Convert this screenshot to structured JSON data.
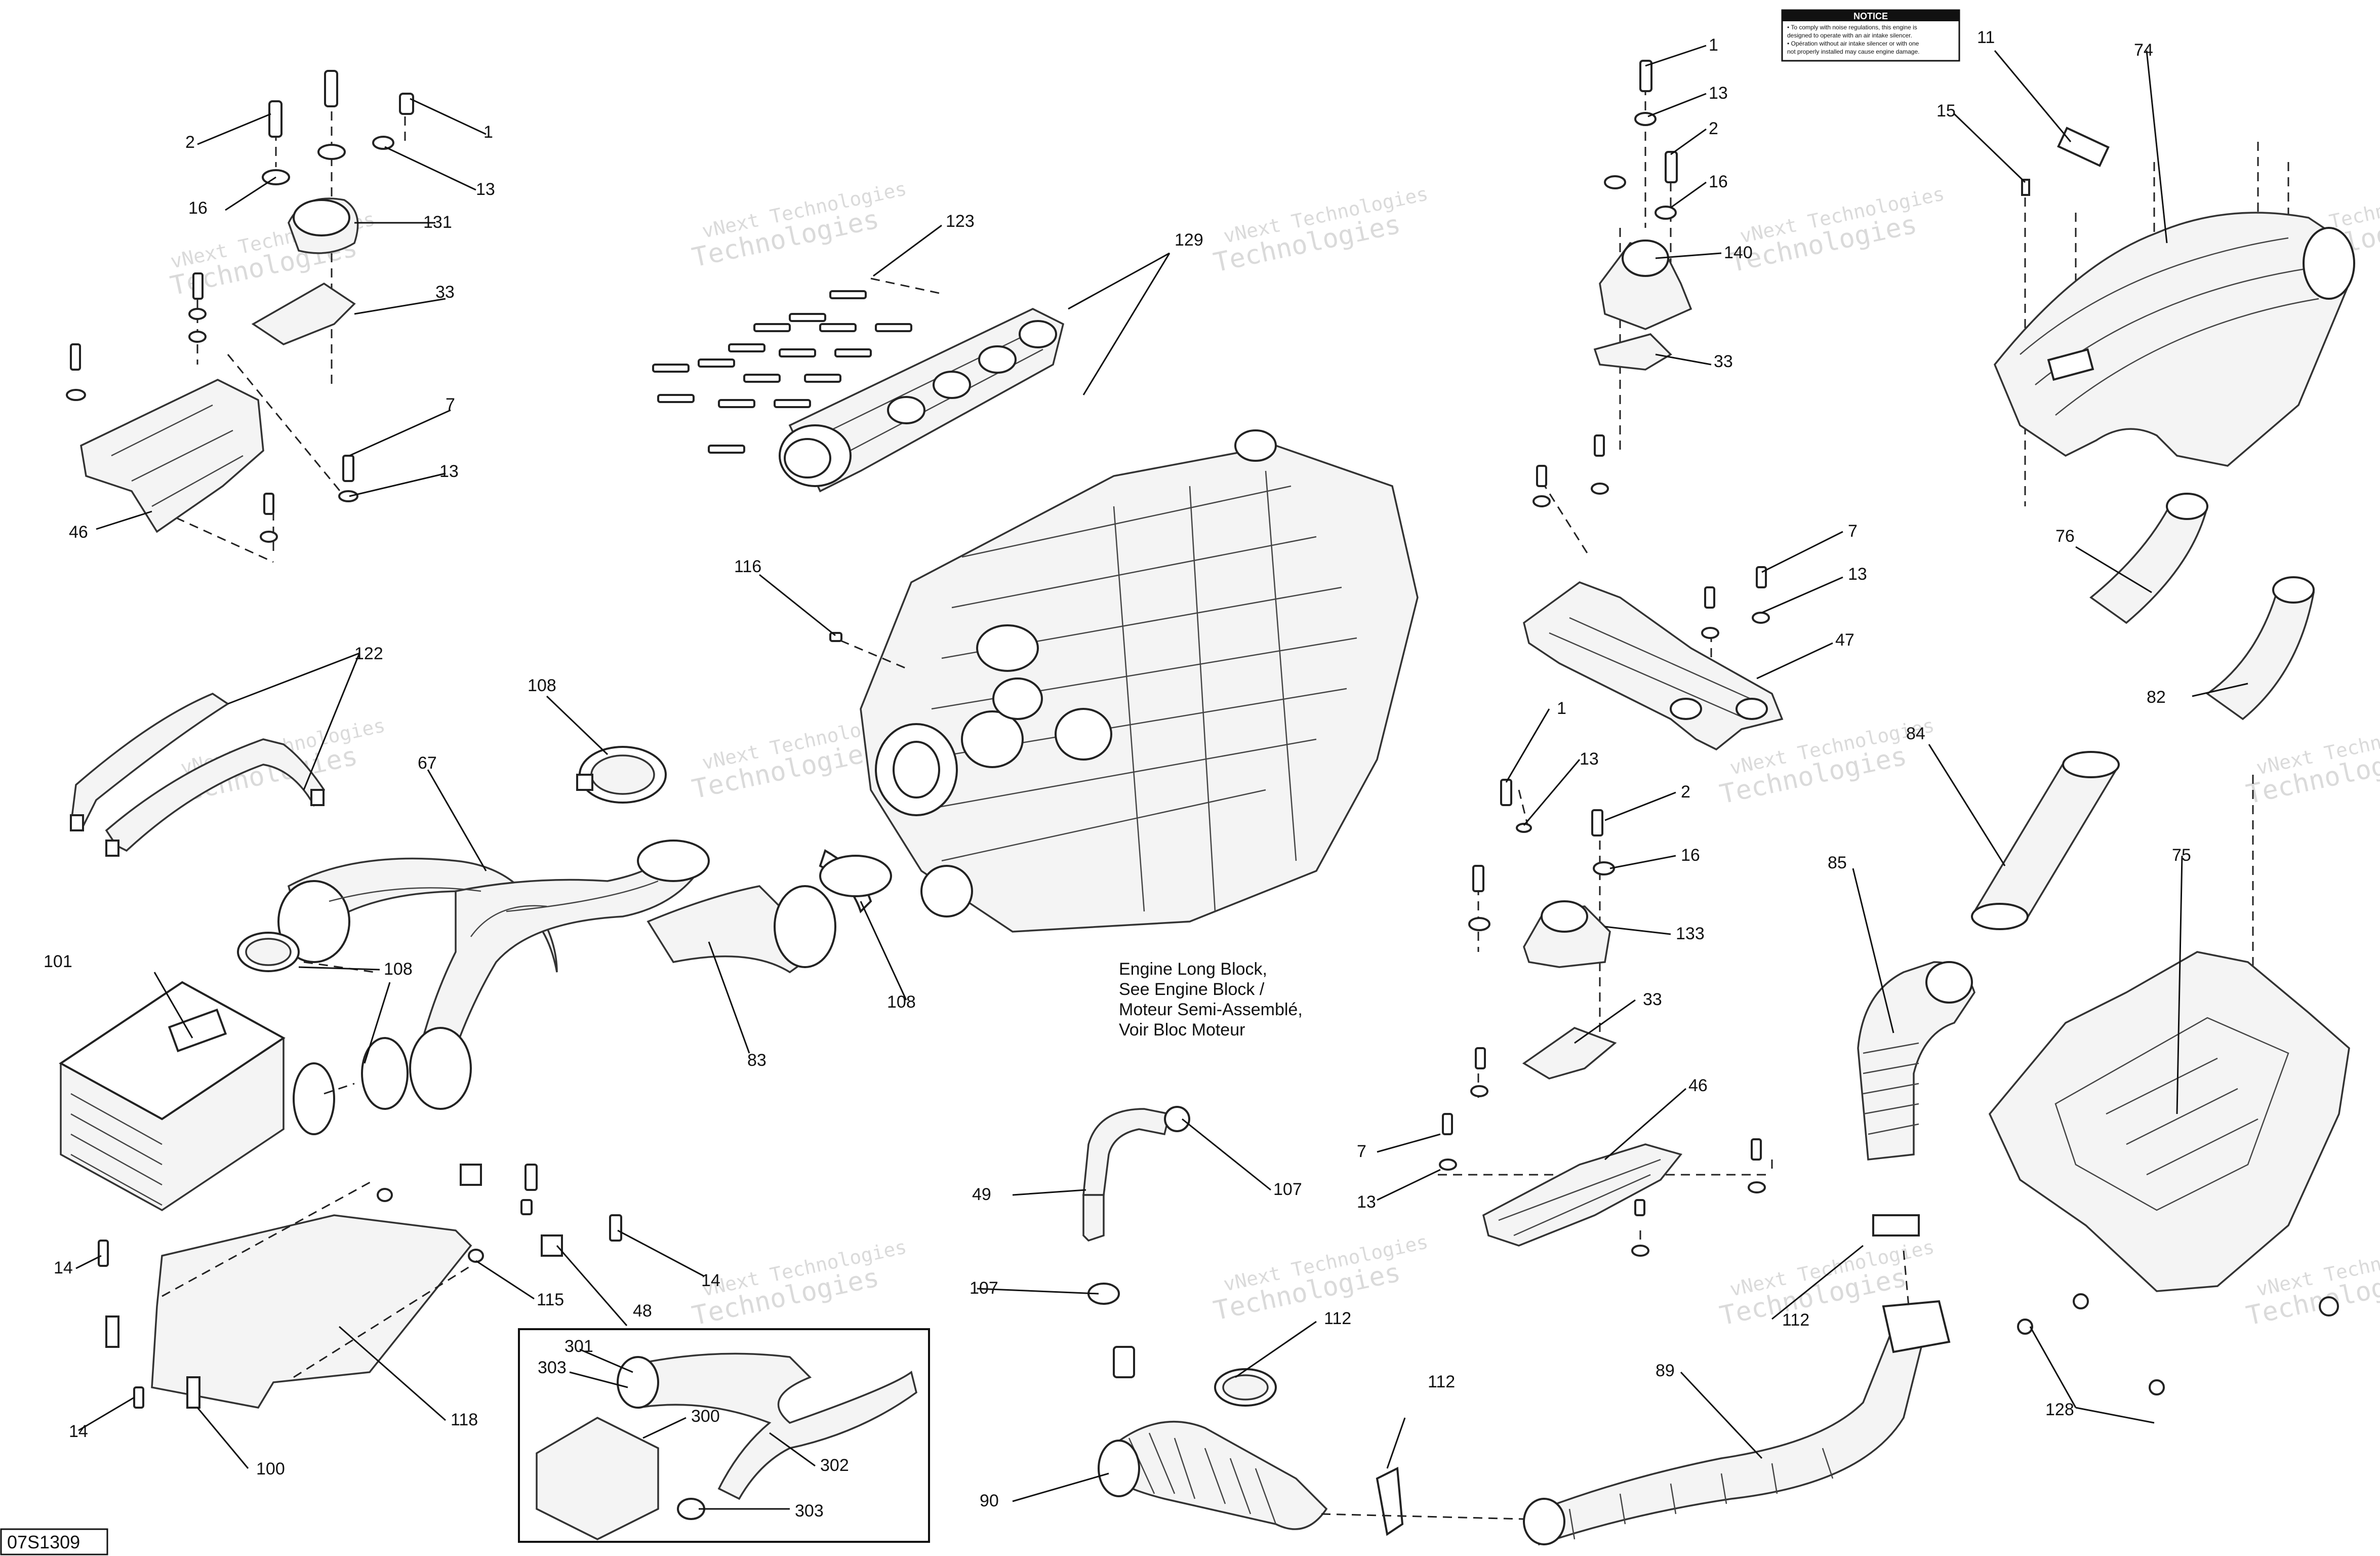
{
  "diagram": {
    "reference_code": "07S1309",
    "note_lines": [
      "Engine Long Block,",
      "See Engine Block /",
      "Moteur Semi-Assemblé,",
      "Voir Bloc Moteur"
    ],
    "notice": {
      "title": "NOTICE",
      "lines": [
        "• To comply with noise regulations, this engine is",
        "designed to operate with an air intake silencer.",
        "• Opération without air intake silencer or with one",
        "not properly installed may cause engine damage."
      ]
    },
    "watermark": [
      "vNext Technologies",
      "Technologies"
    ],
    "callouts": [
      "1",
      "2",
      "13",
      "16",
      "131",
      "33",
      "7",
      "13",
      "46",
      "123",
      "129",
      "116",
      "122",
      "108",
      "67",
      "101",
      "108",
      "83",
      "108",
      "14",
      "115",
      "48",
      "14",
      "118",
      "14",
      "100",
      "301",
      "303",
      "300",
      "302",
      "303",
      "1",
      "13",
      "2",
      "16",
      "140",
      "33",
      "7",
      "13",
      "47",
      "1",
      "13",
      "2",
      "16",
      "133",
      "33",
      "46",
      "7",
      "13",
      "49",
      "107",
      "107",
      "112",
      "112",
      "90",
      "89",
      "112",
      "11",
      "15",
      "74",
      "76",
      "82",
      "84",
      "85",
      "75",
      "128"
    ]
  }
}
